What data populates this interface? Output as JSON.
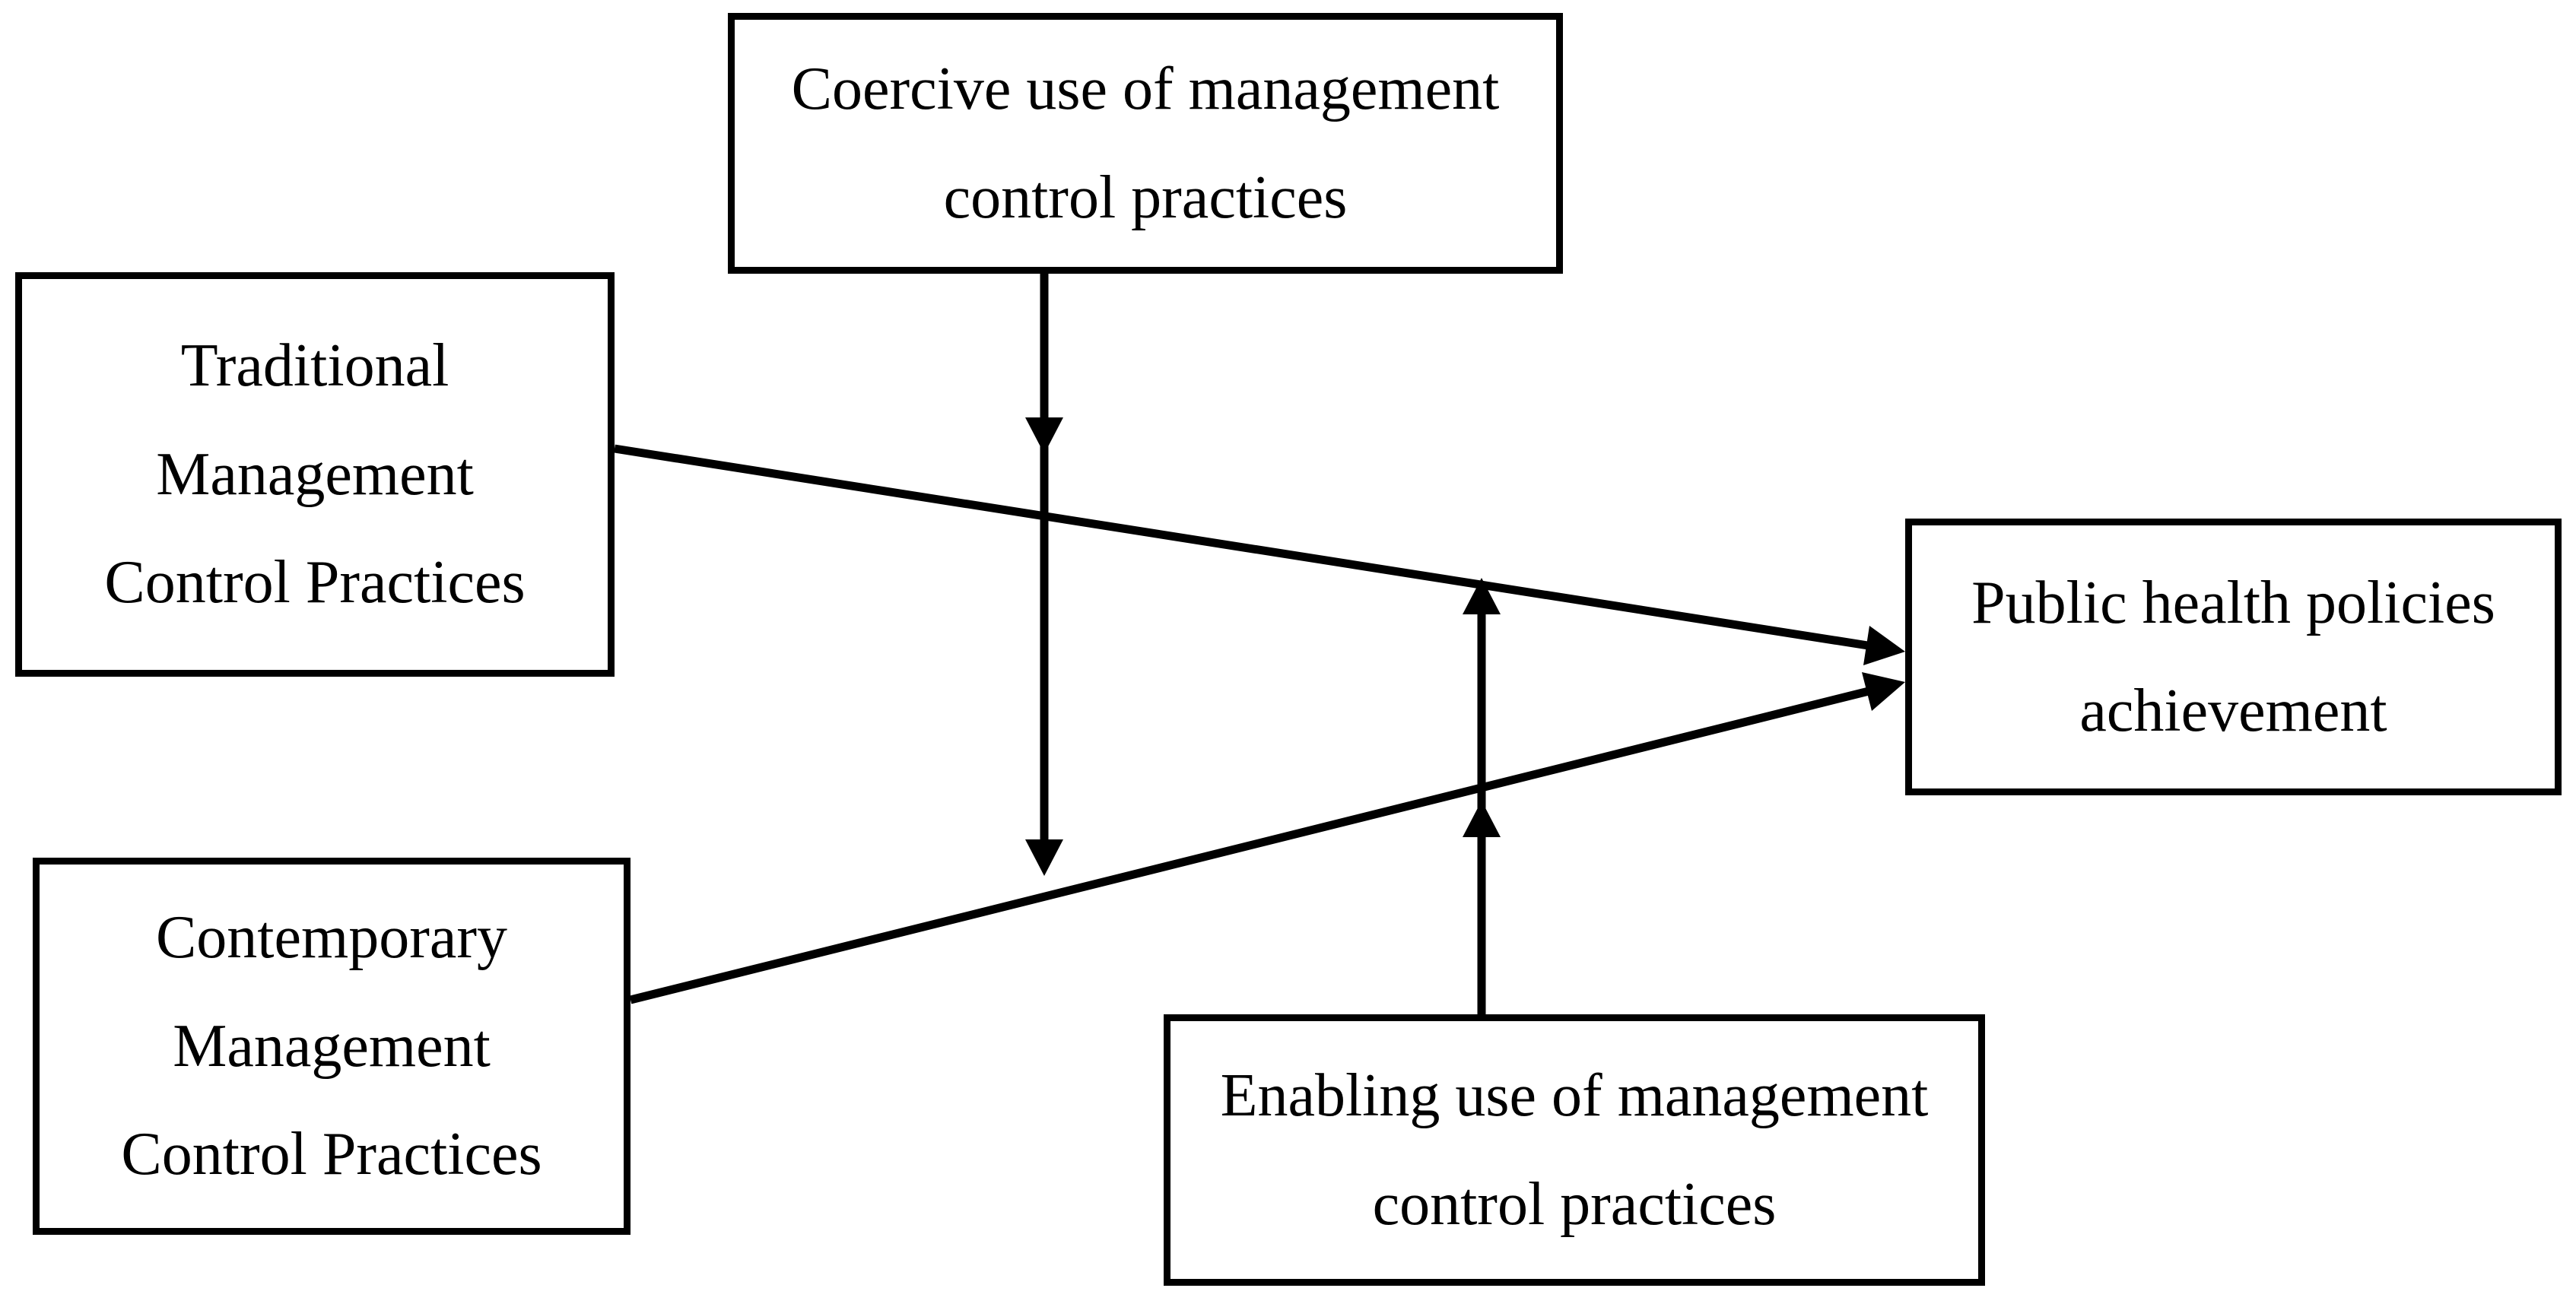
{
  "diagram": {
    "colors": {
      "background": "#ffffff",
      "box_fill": "#ffffff",
      "box_border": "#000000",
      "text": "#000000",
      "arrow": "#000000"
    },
    "boxes": {
      "coercive": {
        "lines": [
          "Coercive use of management",
          "control practices"
        ]
      },
      "traditional": {
        "lines": [
          "Traditional",
          "Management",
          "Control Practices"
        ]
      },
      "contemporary": {
        "lines": [
          "Contemporary",
          "Management",
          "Control Practices"
        ]
      },
      "public_health": {
        "lines": [
          "Public health policies",
          "achievement"
        ]
      },
      "enabling": {
        "lines": [
          "Enabling use of management",
          "control practices"
        ]
      }
    },
    "connections": [
      {
        "from": "Traditional Management Control Practices",
        "to": "Public health policies achievement",
        "style": "straight arrow, left to right, slight downward slope"
      },
      {
        "from": "Contemporary Management Control Practices",
        "to": "Public health policies achievement",
        "style": "straight arrow, left to right, upward slope"
      },
      {
        "from": "Coercive use of management control practices",
        "to": "both direct paths",
        "style": "vertical line downward with two down-pointing arrowheads (moderation)"
      },
      {
        "from": "Enabling use of management control practices",
        "to": "both direct paths",
        "style": "vertical line upward with two up-pointing arrowheads (moderation)"
      }
    ]
  }
}
